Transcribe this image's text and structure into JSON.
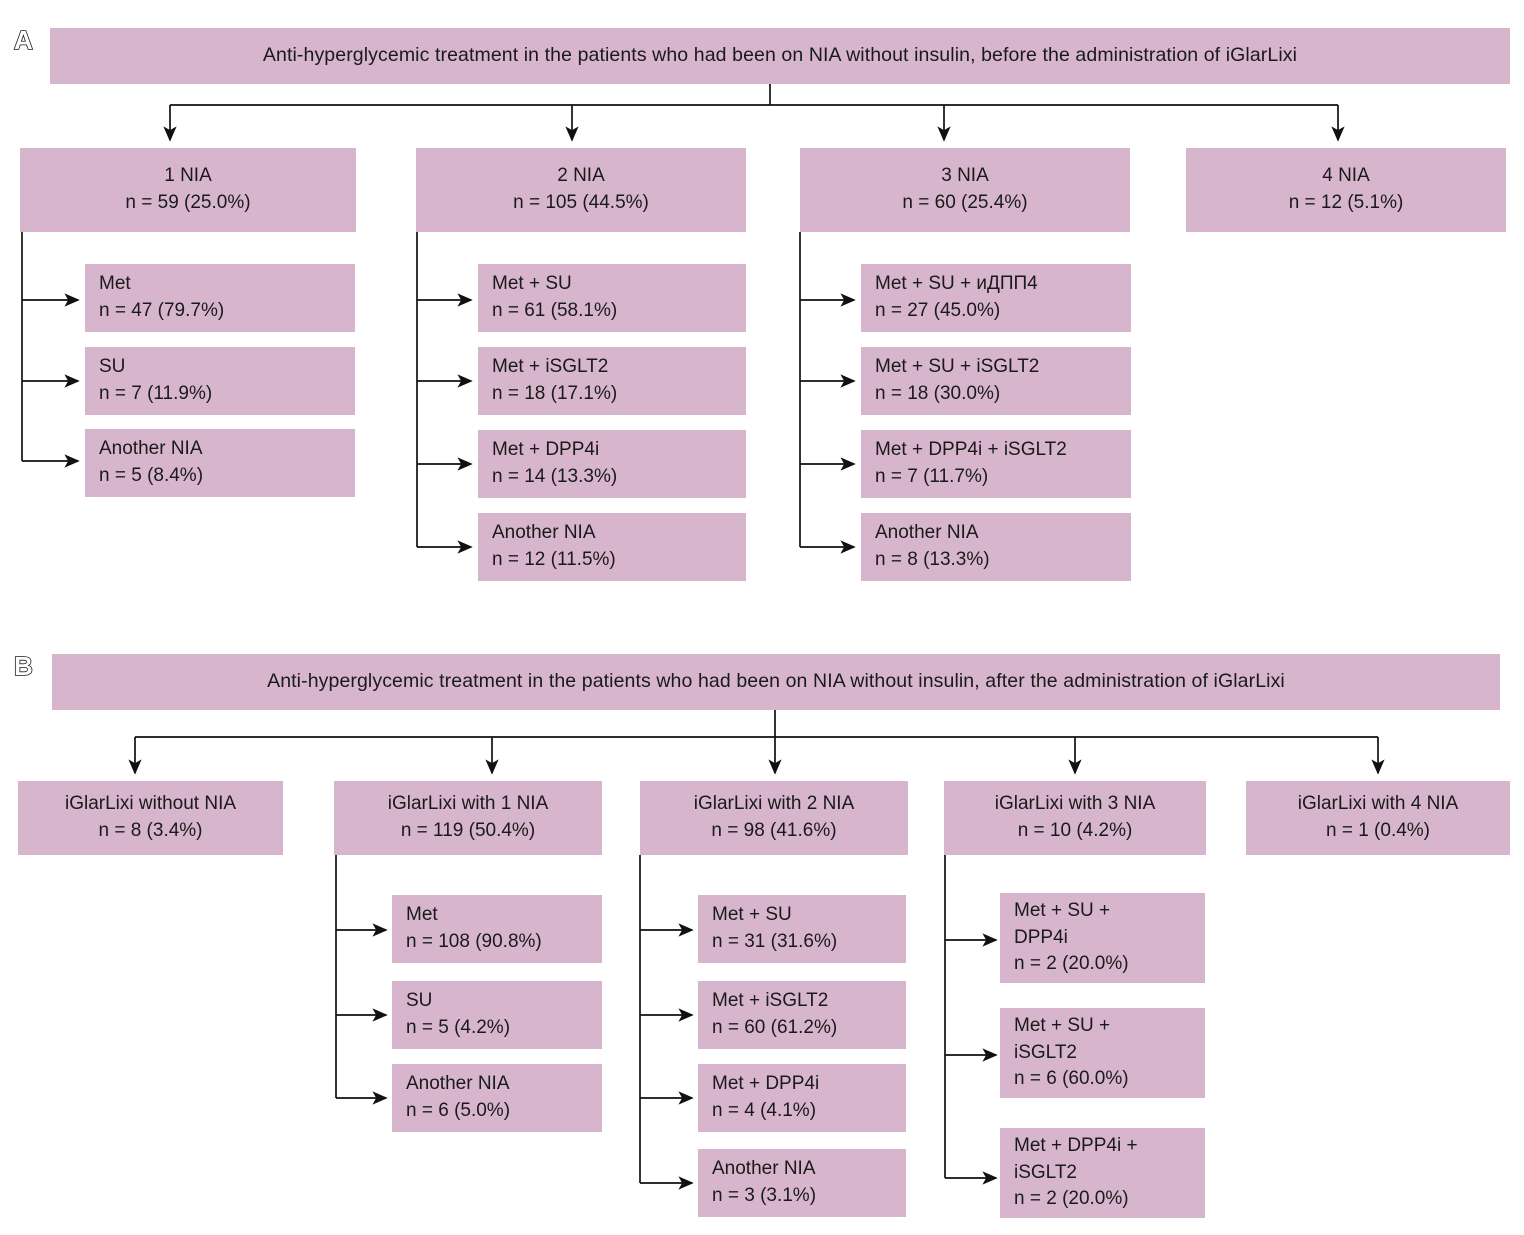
{
  "figure": {
    "panels": [
      {
        "letter": "A",
        "header": "Anti-hyperglycemic treatment in the patients who had been on NIA without insulin, before the administration of iGlarLixi",
        "groups": [
          {
            "title": "1 NIA",
            "count": "n = 59 (25.0%)",
            "children": [
              {
                "name": "Met",
                "count": "n = 47 (79.7%)"
              },
              {
                "name": "SU",
                "count": "n = 7 (11.9%)"
              },
              {
                "name": "Another NIA",
                "count": "n = 5 (8.4%)"
              }
            ]
          },
          {
            "title": "2 NIA",
            "count": "n = 105 (44.5%)",
            "children": [
              {
                "name": "Met + SU",
                "count": "n = 61 (58.1%)"
              },
              {
                "name": "Met + iSGLT2",
                "count": "n = 18 (17.1%)"
              },
              {
                "name": "Met + DPP4i",
                "count": "n = 14 (13.3%)"
              },
              {
                "name": "Another NIA",
                "count": "n = 12 (11.5%)"
              }
            ]
          },
          {
            "title": "3 NIA",
            "count": "n = 60 (25.4%)",
            "children": [
              {
                "name": "Met + SU + иДПП4",
                "count": "n = 27 (45.0%)"
              },
              {
                "name": "Met + SU + iSGLT2",
                "count": "n = 18 (30.0%)"
              },
              {
                "name": "Met + DPP4i + iSGLT2",
                "count": "n = 7 (11.7%)"
              },
              {
                "name": "Another NIA",
                "count": "n = 8 (13.3%)"
              }
            ]
          },
          {
            "title": "4 NIA",
            "count": "n = 12 (5.1%)",
            "children": []
          }
        ]
      },
      {
        "letter": "B",
        "header": "Anti-hyperglycemic treatment in the patients who had been on NIA without insulin, after the administration of iGlarLixi",
        "groups": [
          {
            "title": "iGlarLixi without NIA",
            "count": "n = 8 (3.4%)",
            "children": []
          },
          {
            "title": "iGlarLixi with 1 NIA",
            "count": "n = 119 (50.4%)",
            "children": [
              {
                "name": "Met",
                "count": "n = 108 (90.8%)"
              },
              {
                "name": "SU",
                "count": "n = 5 (4.2%)"
              },
              {
                "name": "Another NIA",
                "count": "n = 6 (5.0%)"
              }
            ]
          },
          {
            "title": "iGlarLixi with 2 NIA",
            "count": "n = 98 (41.6%)",
            "children": [
              {
                "name": "Met + SU",
                "count": "n = 31 (31.6%)"
              },
              {
                "name": "Met + iSGLT2",
                "count": "n = 60 (61.2%)"
              },
              {
                "name": "Met + DPP4i",
                "count": "n = 4 (4.1%)"
              },
              {
                "name": "Another NIA",
                "count": "n = 3 (3.1%)"
              }
            ]
          },
          {
            "title": "iGlarLixi with 3 NIA",
            "count": "n = 10 (4.2%)",
            "children": [
              {
                "name": "Met + SU +",
                "name2": "DPP4i",
                "count": "n = 2 (20.0%)"
              },
              {
                "name": "Met + SU +",
                "name2": "iSGLT2",
                "count": "n = 6 (60.0%)"
              },
              {
                "name": "Met + DPP4i +",
                "name2": "iSGLT2",
                "count": "n = 2 (20.0%)"
              }
            ]
          },
          {
            "title": "iGlarLixi with 4 NIA",
            "count": "n = 1 (0.4%)",
            "children": []
          }
        ]
      }
    ],
    "colors": {
      "box_fill": "#d7b6cd",
      "connector": "#111111",
      "text": "#1a1a1a",
      "background": "#ffffff"
    }
  }
}
